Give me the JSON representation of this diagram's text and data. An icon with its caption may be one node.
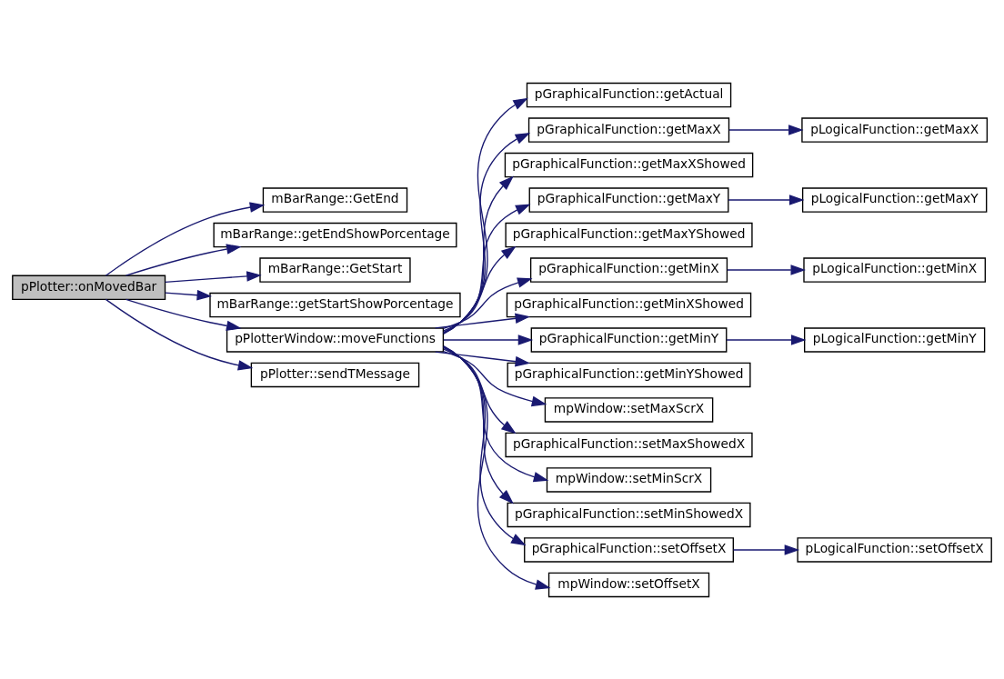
{
  "diagram": {
    "nodes": [
      {
        "text": [
          "pPlotter::onMovedBar"
        ]
      },
      {
        "text": [
          "mBarRange::GetEnd"
        ]
      },
      {
        "text": [
          "mBarRange::getEndShowPorcentage"
        ]
      },
      {
        "text": [
          "mBarRange::GetStart"
        ]
      },
      {
        "text": [
          "mBarRange::getStartShowPorcentage"
        ]
      },
      {
        "text": [
          "pPlotterWindow::moveFunctions"
        ]
      },
      {
        "text": [
          "pPlotter::sendTMessage"
        ]
      },
      {
        "text": [
          "pGraphicalFunction::getActual"
        ]
      },
      {
        "text": [
          "pGraphicalFunction::getMaxX"
        ]
      },
      {
        "text": [
          "pLogicalFunction::getMaxX"
        ]
      },
      {
        "text": [
          "pGraphicalFunction::getMaxXShowed"
        ]
      },
      {
        "text": [
          "pGraphicalFunction::getMaxY"
        ]
      },
      {
        "text": [
          "pLogicalFunction::getMaxY"
        ]
      },
      {
        "text": [
          "pGraphicalFunction::getMaxYShowed"
        ]
      },
      {
        "text": [
          "pGraphicalFunction::getMinX"
        ]
      },
      {
        "text": [
          "pLogicalFunction::getMinX"
        ]
      },
      {
        "text": [
          "pGraphicalFunction::getMinXShowed"
        ]
      },
      {
        "text": [
          "pGraphicalFunction::getMinY"
        ]
      },
      {
        "text": [
          "pLogicalFunction::getMinY"
        ]
      },
      {
        "text": [
          "pGraphicalFunction::getMinYShowed"
        ]
      },
      {
        "text": [
          "mpWindow::setMaxScrX"
        ]
      },
      {
        "text": [
          "pGraphicalFunction::setMaxShowedX"
        ]
      },
      {
        "text": [
          "mpWindow::setMinScrX"
        ]
      },
      {
        "text": [
          "pGraphicalFunction::setMinShowedX"
        ]
      },
      {
        "text": [
          "pGraphicalFunction::setOffsetX"
        ]
      },
      {
        "text": [
          "pLogicalFunction::setOffsetX"
        ]
      },
      {
        "text": [
          "mpWindow::setOffsetX"
        ]
      }
    ],
    "edges": [
      {
        "from": 0,
        "to": 1,
        "arrow": "to"
      },
      {
        "from": 0,
        "to": 2,
        "arrow": "to"
      },
      {
        "from": 0,
        "to": 3,
        "arrow": "to"
      },
      {
        "from": 0,
        "to": 4,
        "arrow": "to"
      },
      {
        "from": 0,
        "to": 5,
        "arrow": "to"
      },
      {
        "from": 0,
        "to": 6,
        "arrow": "to"
      },
      {
        "from": 5,
        "to": 7,
        "arrow": "to"
      },
      {
        "from": 5,
        "to": 8,
        "arrow": "to"
      },
      {
        "from": 5,
        "to": 10,
        "arrow": "to"
      },
      {
        "from": 5,
        "to": 11,
        "arrow": "to"
      },
      {
        "from": 5,
        "to": 13,
        "arrow": "to"
      },
      {
        "from": 5,
        "to": 14,
        "arrow": "to"
      },
      {
        "from": 5,
        "to": 16,
        "arrow": "to"
      },
      {
        "from": 5,
        "to": 17,
        "arrow": "to"
      },
      {
        "from": 5,
        "to": 19,
        "arrow": "to"
      },
      {
        "from": 5,
        "to": 20,
        "arrow": "to"
      },
      {
        "from": 5,
        "to": 21,
        "arrow": "to"
      },
      {
        "from": 5,
        "to": 22,
        "arrow": "to"
      },
      {
        "from": 5,
        "to": 23,
        "arrow": "to"
      },
      {
        "from": 5,
        "to": 24,
        "arrow": "to"
      },
      {
        "from": 5,
        "to": 26,
        "arrow": "to"
      },
      {
        "from": 8,
        "to": 9,
        "arrow": "to"
      },
      {
        "from": 11,
        "to": 12,
        "arrow": "to"
      },
      {
        "from": 14,
        "to": 15,
        "arrow": "to"
      },
      {
        "from": 17,
        "to": 18,
        "arrow": "to"
      },
      {
        "from": 24,
        "to": 25,
        "arrow": "to"
      }
    ]
  }
}
